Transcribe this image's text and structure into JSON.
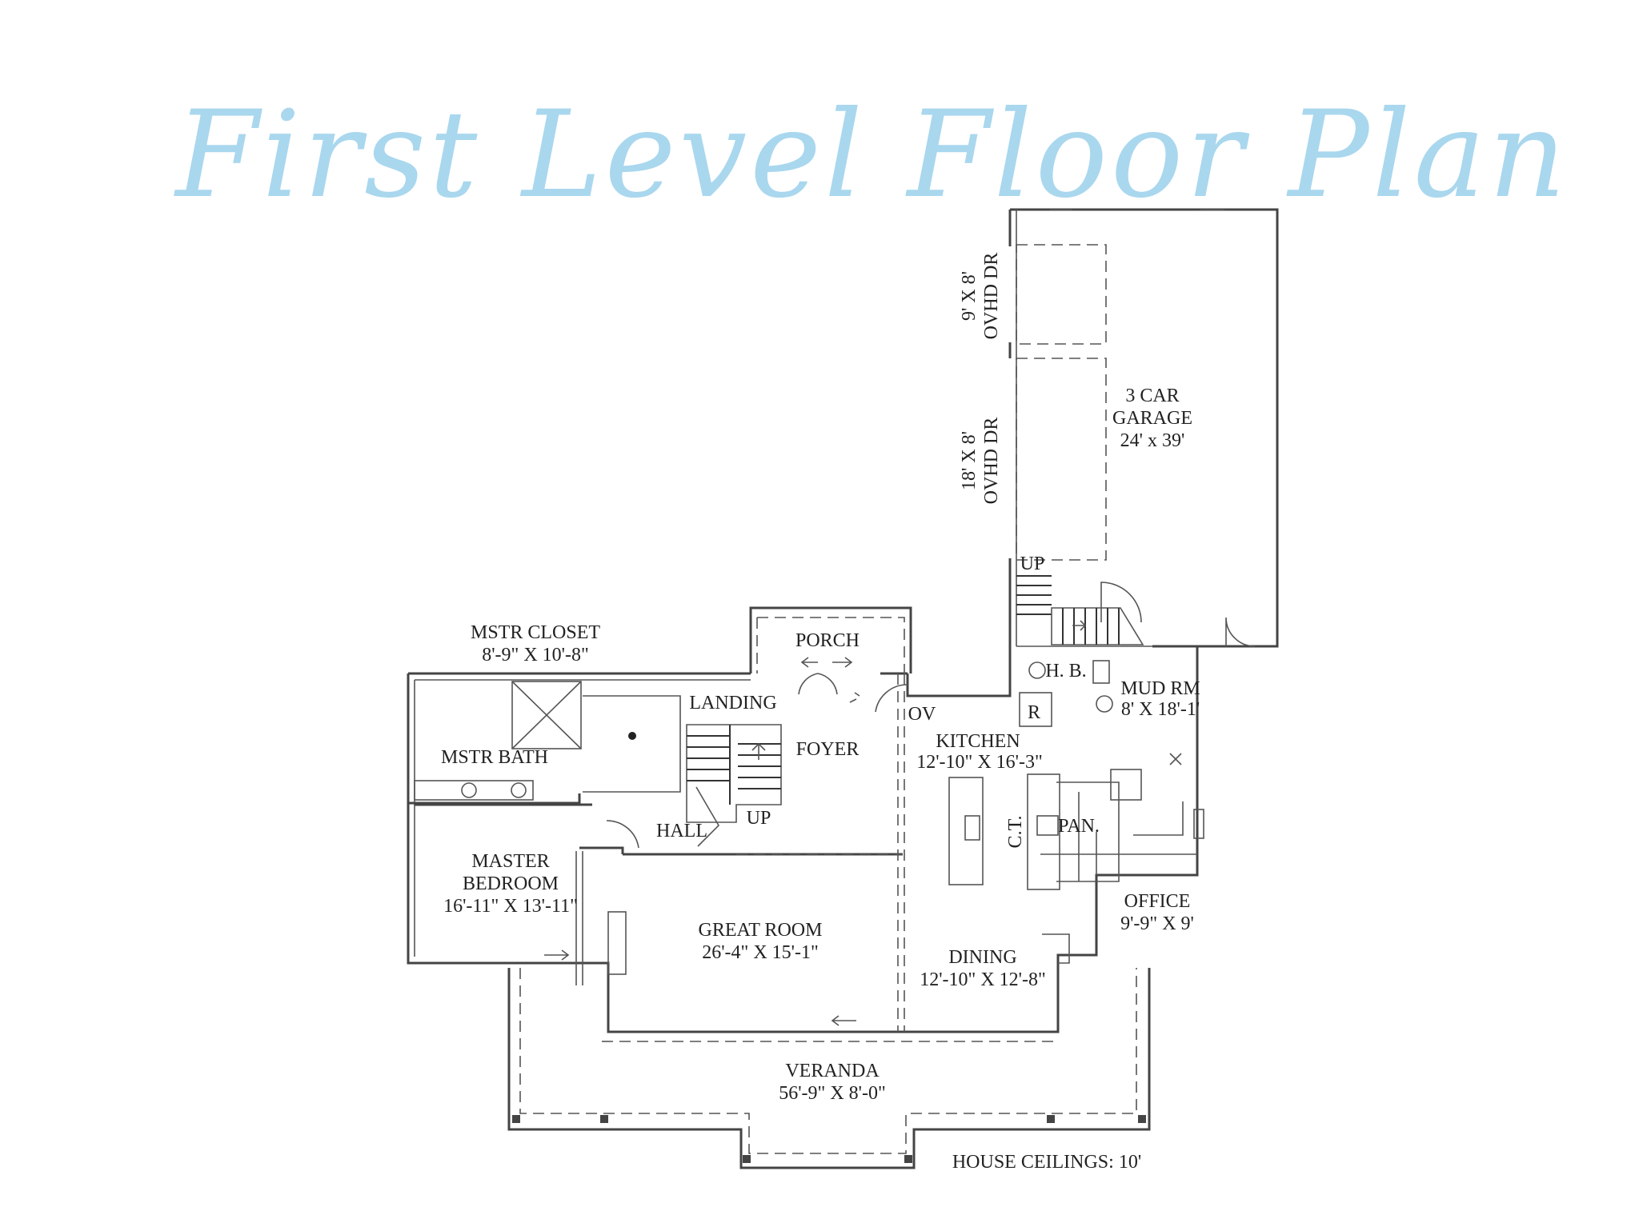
{
  "title": "First Level Floor Plan",
  "rooms": {
    "garage": {
      "line1": "3 CAR",
      "line2": "GARAGE",
      "line3": "24' x 39'"
    },
    "door_small": {
      "line1": "9' X 8'",
      "line2": "OVHD DR"
    },
    "door_large": {
      "line1": "18' X 8'",
      "line2": "OVHD DR"
    },
    "garage_up": "UP",
    "mstr_closet": {
      "line1": "MSTR CLOSET",
      "line2": "8'-9\" X 10'-8\""
    },
    "porch": "PORCH",
    "hb": "H. B.",
    "mud_rm": {
      "line1": "MUD RM",
      "line2": "8' X 18'-1'"
    },
    "landing": "LANDING",
    "ov": "OV",
    "r": "R",
    "kitchen": {
      "line1": "KITCHEN",
      "line2": "12'-10\" X 16'-3\""
    },
    "mstr_bath": "MSTR BATH",
    "foyer": "FOYER",
    "stairs_up": "UP",
    "hall": "HALL",
    "ct": "C.T.",
    "pan": "PAN.",
    "master_bedroom": {
      "line1": "MASTER",
      "line2": "BEDROOM",
      "line3": "16'-11\" X 13'-11\""
    },
    "office": {
      "line1": "OFFICE",
      "line2": "9'-9\" X 9'"
    },
    "great_room": {
      "line1": "GREAT ROOM",
      "line2": "26'-4\" X 15'-1\""
    },
    "dining": {
      "line1": "DINING",
      "line2": "12'-10\" X 12'-8\""
    },
    "veranda": {
      "line1": "VERANDA",
      "line2": "56'-9\" X 8'-0\""
    },
    "ceilings": "HOUSE CEILINGS: 10'"
  },
  "colors": {
    "title": "#a9d7ee",
    "walls": "#444444"
  }
}
